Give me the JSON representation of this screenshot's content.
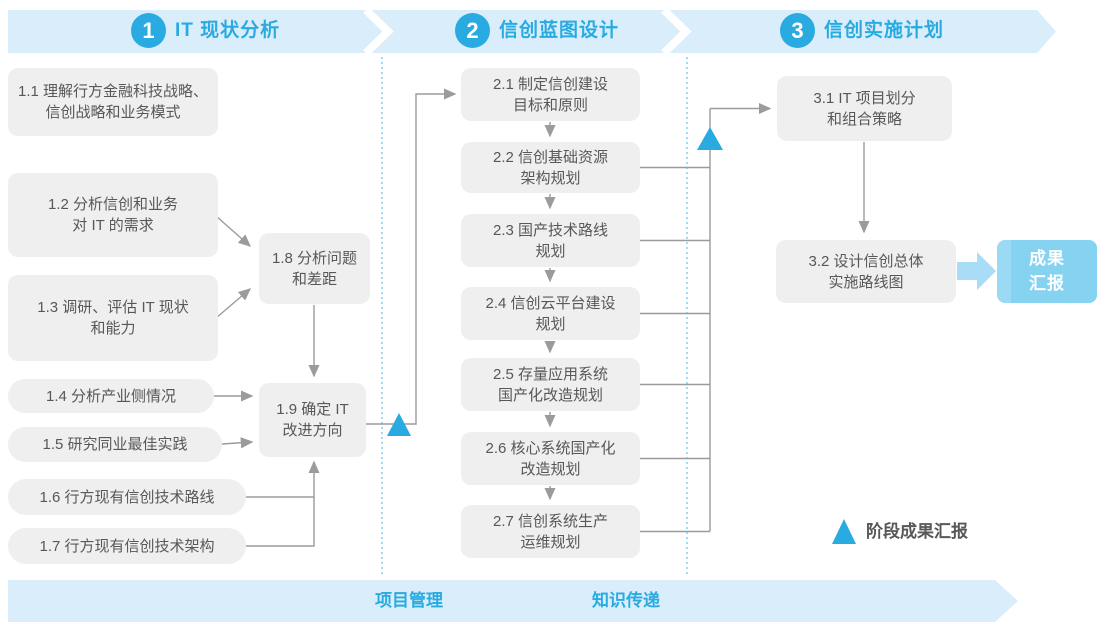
{
  "phases": [
    {
      "number": "1",
      "title": "IT 现状分析"
    },
    {
      "number": "2",
      "title": "信创蓝图设计"
    },
    {
      "number": "3",
      "title": "信创实施计划"
    }
  ],
  "boxes": {
    "b1_1": "1.1 理解行方金融科技战略、\n信创战略和业务模式",
    "b1_2": "1.2 分析信创和业务\n对 IT 的需求",
    "b1_3": "1.3 调研、评估 IT 现状\n和能力",
    "b1_4": "1.4 分析产业侧情况",
    "b1_5": "1.5 研究同业最佳实践",
    "b1_6": "1.6 行方现有信创技术路线",
    "b1_7": "1.7 行方现有信创技术架构",
    "b1_8": "1.8 分析问题\n和差距",
    "b1_9": "1.9 确定 IT\n改进方向",
    "b2_1": "2.1 制定信创建设\n目标和原则",
    "b2_2": "2.2 信创基础资源\n架构规划",
    "b2_3": "2.3 国产技术路线\n规划",
    "b2_4": "2.4 信创云平台建设\n规划",
    "b2_5": "2.5 存量应用系统\n国产化改造规划",
    "b2_6": "2.6 核心系统国产化\n改造规划",
    "b2_7": "2.7 信创系统生产\n运维规划",
    "b3_1": "3.1 IT 项目划分\n和组合策略",
    "b3_2": "3.2 设计信创总体\n实施路线图"
  },
  "result": {
    "label": "成果\n汇报"
  },
  "legend": {
    "label": "阶段成果汇报"
  },
  "footer": {
    "project": "项目管理",
    "knowledge": "知识传递"
  },
  "colors": {
    "accent_blue": "#29abe2",
    "band_light_blue": "#d9edfa",
    "box_gray": "#efefef",
    "text_gray": "#595757",
    "connector_gray": "#9b9b9b",
    "result_box_blue": "#85d2f1"
  }
}
